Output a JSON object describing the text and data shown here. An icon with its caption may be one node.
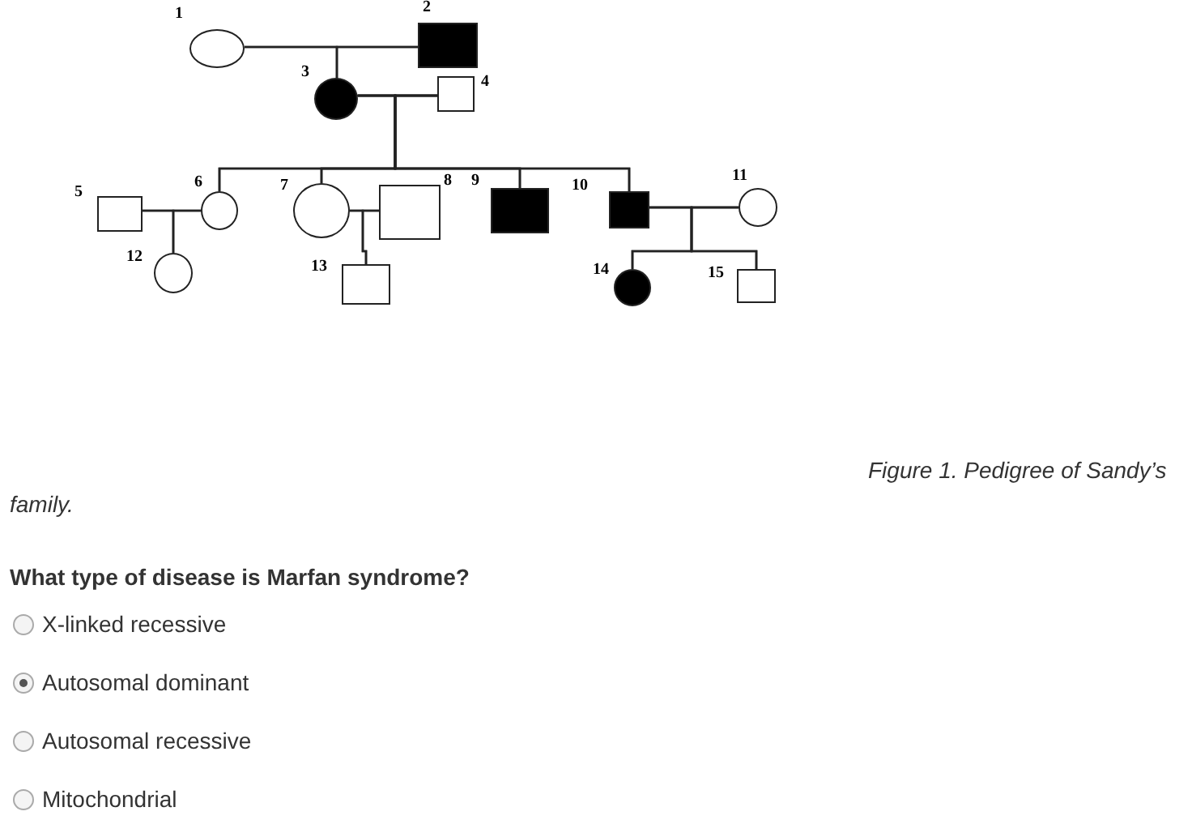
{
  "diagram": {
    "caption": "Figure 1. Pedigree of Sandy’s family.",
    "nodes": [
      {
        "text": [],
        "shape": "circle",
        "beside": [
          "1"
        ]
      },
      {
        "text": [],
        "shape": "box",
        "beside": [
          "2"
        ]
      },
      {
        "text": [],
        "shape": "circle",
        "beside": [
          "3"
        ]
      },
      {
        "text": [],
        "shape": "box",
        "beside": [
          "4"
        ]
      },
      {
        "text": [],
        "shape": "box",
        "beside": [
          "5"
        ]
      },
      {
        "text": [],
        "shape": "circle",
        "beside": [
          "6"
        ]
      },
      {
        "text": [],
        "shape": "circle",
        "beside": [
          "7"
        ]
      },
      {
        "text": [],
        "shape": "box",
        "beside": [
          "8"
        ]
      },
      {
        "text": [],
        "shape": "box",
        "beside": [
          "9"
        ]
      },
      {
        "text": [],
        "shape": "box",
        "beside": [
          "10"
        ]
      },
      {
        "text": [],
        "shape": "circle",
        "beside": [
          "11"
        ]
      },
      {
        "text": [],
        "shape": "circle",
        "beside": [
          "12"
        ]
      },
      {
        "text": [],
        "shape": "box",
        "beside": [
          "13"
        ]
      },
      {
        "text": [],
        "shape": "circle",
        "beside": [
          "14"
        ]
      },
      {
        "text": [],
        "shape": "box",
        "beside": [
          "15"
        ]
      }
    ],
    "edges": [
      {
        "from": 0,
        "to": 1,
        "arrow": "none"
      },
      {
        "from": 0,
        "to": 2,
        "arrow": "none"
      },
      {
        "from": 1,
        "to": 2,
        "arrow": "none"
      },
      {
        "from": 2,
        "to": 3,
        "arrow": "none"
      },
      {
        "from": 2,
        "to": 5,
        "arrow": "none"
      },
      {
        "from": 3,
        "to": 5,
        "arrow": "none"
      },
      {
        "from": 2,
        "to": 6,
        "arrow": "none"
      },
      {
        "from": 3,
        "to": 6,
        "arrow": "none"
      },
      {
        "from": 2,
        "to": 8,
        "arrow": "none"
      },
      {
        "from": 3,
        "to": 8,
        "arrow": "none"
      },
      {
        "from": 2,
        "to": 9,
        "arrow": "none"
      },
      {
        "from": 3,
        "to": 9,
        "arrow": "none"
      },
      {
        "from": 4,
        "to": 5,
        "arrow": "none"
      },
      {
        "from": 4,
        "to": 11,
        "arrow": "none"
      },
      {
        "from": 5,
        "to": 11,
        "arrow": "none"
      },
      {
        "from": 6,
        "to": 7,
        "arrow": "none"
      },
      {
        "from": 6,
        "to": 12,
        "arrow": "none"
      },
      {
        "from": 7,
        "to": 12,
        "arrow": "none"
      },
      {
        "from": 9,
        "to": 10,
        "arrow": "none"
      },
      {
        "from": 9,
        "to": 13,
        "arrow": "none"
      },
      {
        "from": 10,
        "to": 13,
        "arrow": "none"
      },
      {
        "from": 9,
        "to": 14,
        "arrow": "none"
      },
      {
        "from": 10,
        "to": 14,
        "arrow": "none"
      }
    ],
    "labels": [
      "What type of disease is Marfan syndrome?",
      "X-linked recessive",
      "Autosomal dominant",
      "Autosomal recessive",
      "Mitochondrial"
    ]
  }
}
